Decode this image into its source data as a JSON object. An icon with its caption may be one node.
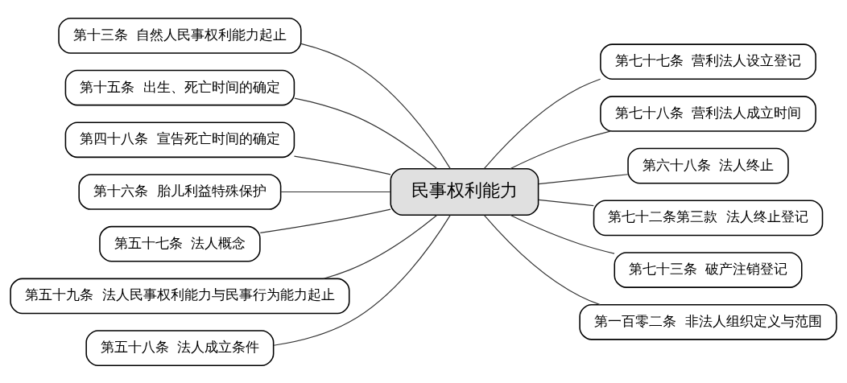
{
  "diagram": {
    "nodes": [
      {
        "text": [
          "第十三条  自然人民事权利能力起止"
        ]
      },
      {
        "text": [
          "第十五条  出生、死亡时间的确定"
        ]
      },
      {
        "text": [
          "第四十八条  宣告死亡时间的确定"
        ]
      },
      {
        "text": [
          "第十六条  胎儿利益特殊保护"
        ]
      },
      {
        "text": [
          "第五十七条  法人概念"
        ]
      },
      {
        "text": [
          "第五十九条  法人民事权利能力与民事行为能力起止"
        ]
      },
      {
        "text": [
          "第五十八条  法人成立条件"
        ]
      },
      {
        "text": [
          "民事权利能力"
        ]
      },
      {
        "text": [
          "第七十七条  营利法人设立登记"
        ]
      },
      {
        "text": [
          "第七十八条  营利法人成立时间"
        ]
      },
      {
        "text": [
          "第六十八条  法人终止"
        ]
      },
      {
        "text": [
          "第七十二条第三款  法人终止登记"
        ]
      },
      {
        "text": [
          "第七十三条  破产注销登记"
        ]
      },
      {
        "text": [
          "第一百零二条  非法人组织定义与范围"
        ]
      }
    ],
    "edges": [
      {
        "from": 0,
        "to": 7,
        "arrow": "none"
      },
      {
        "from": 1,
        "to": 7,
        "arrow": "none"
      },
      {
        "from": 2,
        "to": 7,
        "arrow": "none"
      },
      {
        "from": 3,
        "to": 7,
        "arrow": "none"
      },
      {
        "from": 4,
        "to": 7,
        "arrow": "none"
      },
      {
        "from": 5,
        "to": 7,
        "arrow": "none"
      },
      {
        "from": 6,
        "to": 7,
        "arrow": "none"
      },
      {
        "from": 7,
        "to": 8,
        "arrow": "none"
      },
      {
        "from": 7,
        "to": 9,
        "arrow": "none"
      },
      {
        "from": 7,
        "to": 10,
        "arrow": "none"
      },
      {
        "from": 7,
        "to": 11,
        "arrow": "none"
      },
      {
        "from": 7,
        "to": 12,
        "arrow": "none"
      },
      {
        "from": 7,
        "to": 13,
        "arrow": "none"
      }
    ]
  }
}
